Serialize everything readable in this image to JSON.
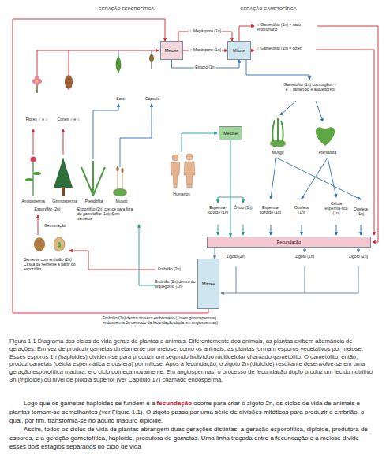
{
  "diagram": {
    "caption": "Figura 1.1 Diagrama dos ciclos de vida gerais de plantas e animais. Diferentemente dos animais, as plantas exibem alternância de gerações. Em vez de produzir gametas diretamente por meiose, como os animais, as plantas formam esporos vegetativos por meiose. Esses esporos 1n (haploides) dividem-se para produzir um segundo indivíduo multicelular chamado gametófito. O gametófito, então, produz gametas (célula espermática e oosfera) por mitose. Após a fecundação, o zigoto 2n (diploide) resultante desenvolve-se em uma geração esporofítica madura, e o ciclo começa novamente. Em angiospermas, o processo de fecundação duplo produz um tecido nutritivo 3n (triploide) ou nível de ploidia superior (ver Capítulo 17) chamado endosperma.",
    "nodes": [
      {
        "text": [
          "Meiose"
        ]
      },
      {
        "text": [
          "Mitose"
        ]
      },
      {
        "text": [
          "Meiose"
        ]
      },
      {
        "text": [
          "Fecundação"
        ]
      },
      {
        "text": [
          "Mitose"
        ]
      }
    ],
    "edges": [
      {
        "from": 0,
        "to": 1,
        "arrow": "to",
        "label": "♀ Megásporo (1n)"
      },
      {
        "from": 0,
        "to": 1,
        "arrow": "to",
        "label": "♂ Micrósporo (1n)"
      },
      {
        "from": 0,
        "to": 1,
        "arrow": "to",
        "label": "Esporo (1n)"
      },
      {
        "from": 2,
        "to": 3,
        "arrow": "to"
      },
      {
        "from": 3,
        "to": 4,
        "arrow": "to"
      },
      {
        "from": 4,
        "to": 0,
        "arrow": "to"
      }
    ],
    "labels": [
      "GERAÇÃO ESPOROFÍTICA",
      "GERAÇÃO GAMETOFÍTICA",
      "♀ Gametófito (1n) = saco embrionário",
      "♂ Gametófito (1n) = pólen",
      "Gametófito (1n) com órgãos ♂ e ♀ (anterídio e arquegônio)",
      "Flores ♂ e ♀",
      "Cones ♂ e ♀",
      "Soro",
      "Cápsula",
      "Angiosperma",
      "Gimnosperma",
      "Pteridófita",
      "Musgo",
      "Esporófito (2n)",
      "Esporófito (2n) cresce para fora do gametófito (1n): Sem semente",
      "Germinação",
      "Semente com embrião (2n) Casca da semente a partir do esporófito",
      "Humanos",
      "Musgo",
      "Pteridófita",
      "Célula esperma-tica (1n)",
      "Esperma-tozoide (1n)",
      "Óvulo (1n)",
      "Esperma-tozoide (1n)",
      "Oosfera (1n)",
      "Oosfera (1n)",
      "Zigoto (2n)",
      "Zigoto (2n)",
      "Zigoto (2n)",
      "Embrião (2n)",
      "Embrião (2n) dentro do arquegônio (1n)",
      "Embrião (2n) dentro do saco embrionário (1n em gimnospermas), endosperma 3n derivado da fecundação dupla em angiospermas)",
      "Logo que os gametas haploides se fundem e a",
      "fecundação",
      "ocorre para criar o zigoto 2n, os ciclos de vida de animais e plantas tornam-se semelhantes (ver Figura 1.1). O zigoto passa por uma série de divisões mitóticas para produzir o embrião, o qual, por fim, transforma-se no adulto maduro diploide.",
      "Assim, todos os ciclos de vida de plantas abrangem duas gerações distintas: a geração esporofítica, diploide, produtora de esporos, e a geração gametofítica, haploide, produtora de gametas. Uma linha traçada entre a fecundação e a meiose divide esses dois estágios separados do ciclo de vida"
    ]
  }
}
